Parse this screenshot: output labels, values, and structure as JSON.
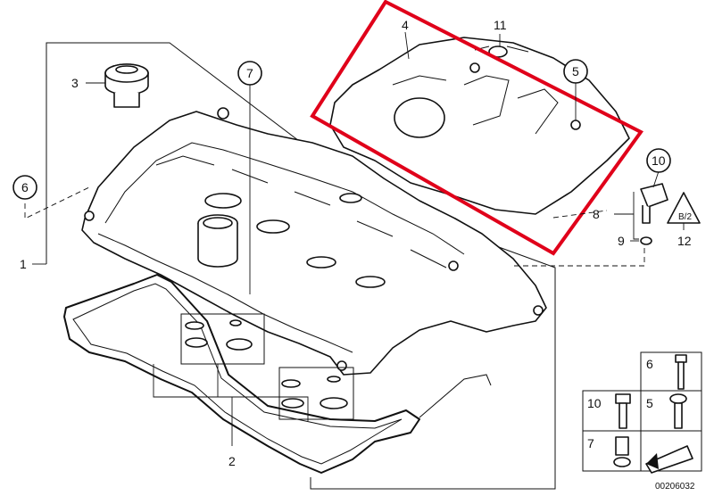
{
  "diagram": {
    "reference_number": "00206032",
    "part_labels": {
      "p1": "1",
      "p2": "2",
      "p3": "3",
      "p4": "4",
      "p5": "5",
      "p6": "6",
      "p7": "7",
      "p8": "8",
      "p9": "9",
      "p10": "10",
      "p11": "11",
      "p12": "12"
    },
    "hardware_legend": {
      "six": "6",
      "ten": "10",
      "five": "5",
      "seven": "7"
    },
    "sensor_badge_text": "B/2",
    "highlight_color": "#e0001a"
  }
}
